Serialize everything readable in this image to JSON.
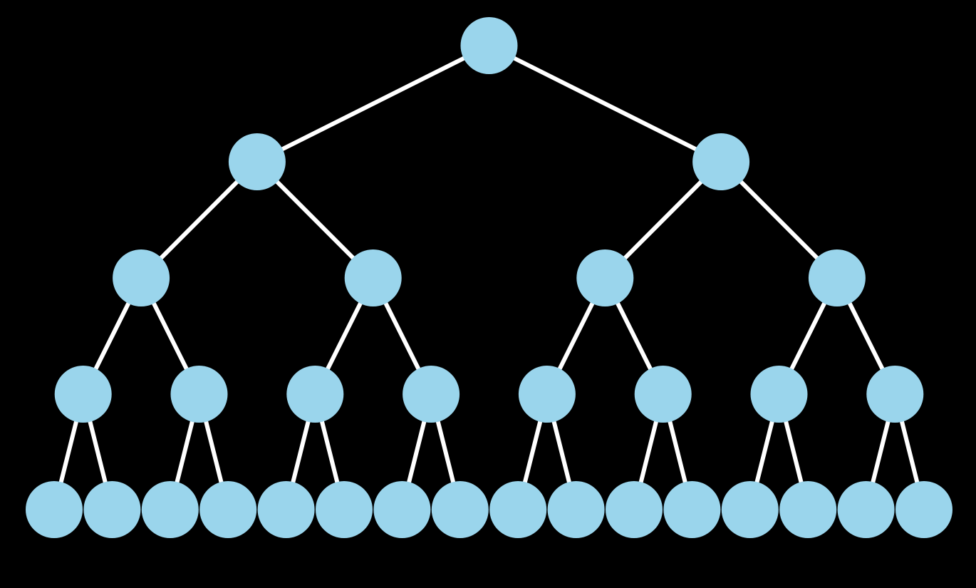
{
  "diagram": {
    "type": "complete-binary-tree",
    "depth": 5,
    "node_count": 31,
    "edge_count": 30,
    "colors": {
      "background": "#000000",
      "node_fill": "#9ad5ec",
      "edge_stroke": "#ffffff"
    }
  }
}
